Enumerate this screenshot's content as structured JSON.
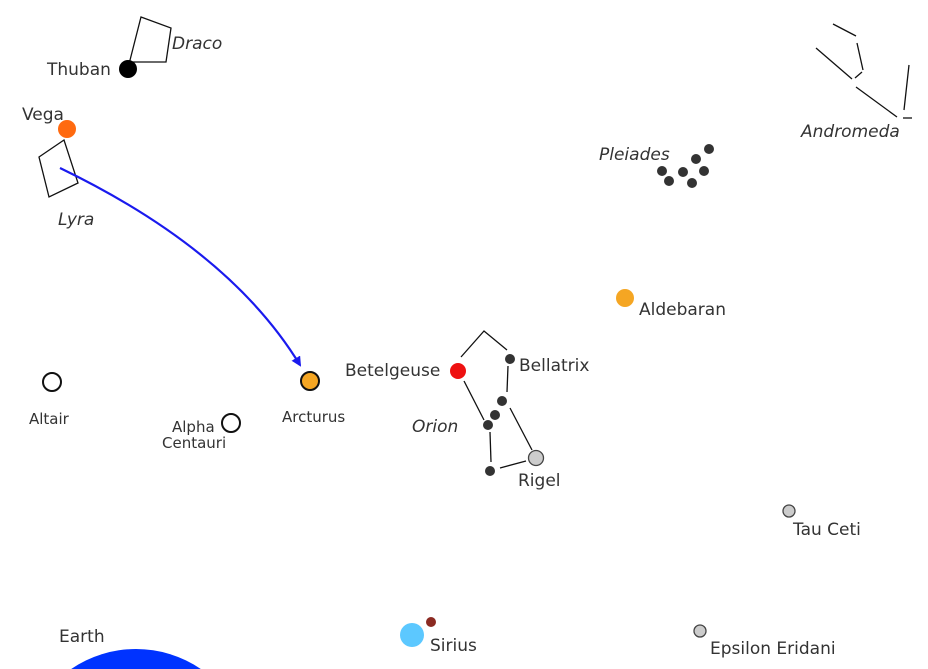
{
  "stars": {
    "thuban": "Thuban",
    "vega": "Vega",
    "altair": "Altair",
    "alpha_centauri_1": "Alpha",
    "alpha_centauri_2": "Centauri",
    "arcturus": "Arcturus",
    "betelgeuse": "Betelgeuse",
    "bellatrix": "Bellatrix",
    "rigel": "Rigel",
    "aldebaran": "Aldebaran",
    "tau_ceti": "Tau Ceti",
    "sirius": "Sirius",
    "epsilon_eridani": "Epsilon Eridani",
    "earth": "Earth"
  },
  "constellations": {
    "draco": "Draco",
    "lyra": "Lyra",
    "orion": "Orion",
    "pleiades": "Pleiades",
    "andromeda": "Andromeda"
  },
  "colors": {
    "vega": "#ff6a10",
    "arcturus": "#f5a623",
    "betelgeuse": "#ee1111",
    "aldebaran": "#f5a623",
    "sirius": "#5cc8ff",
    "sirius_b": "#8b2a22",
    "earth": "#0033ff",
    "arrow": "#1a1aee"
  }
}
